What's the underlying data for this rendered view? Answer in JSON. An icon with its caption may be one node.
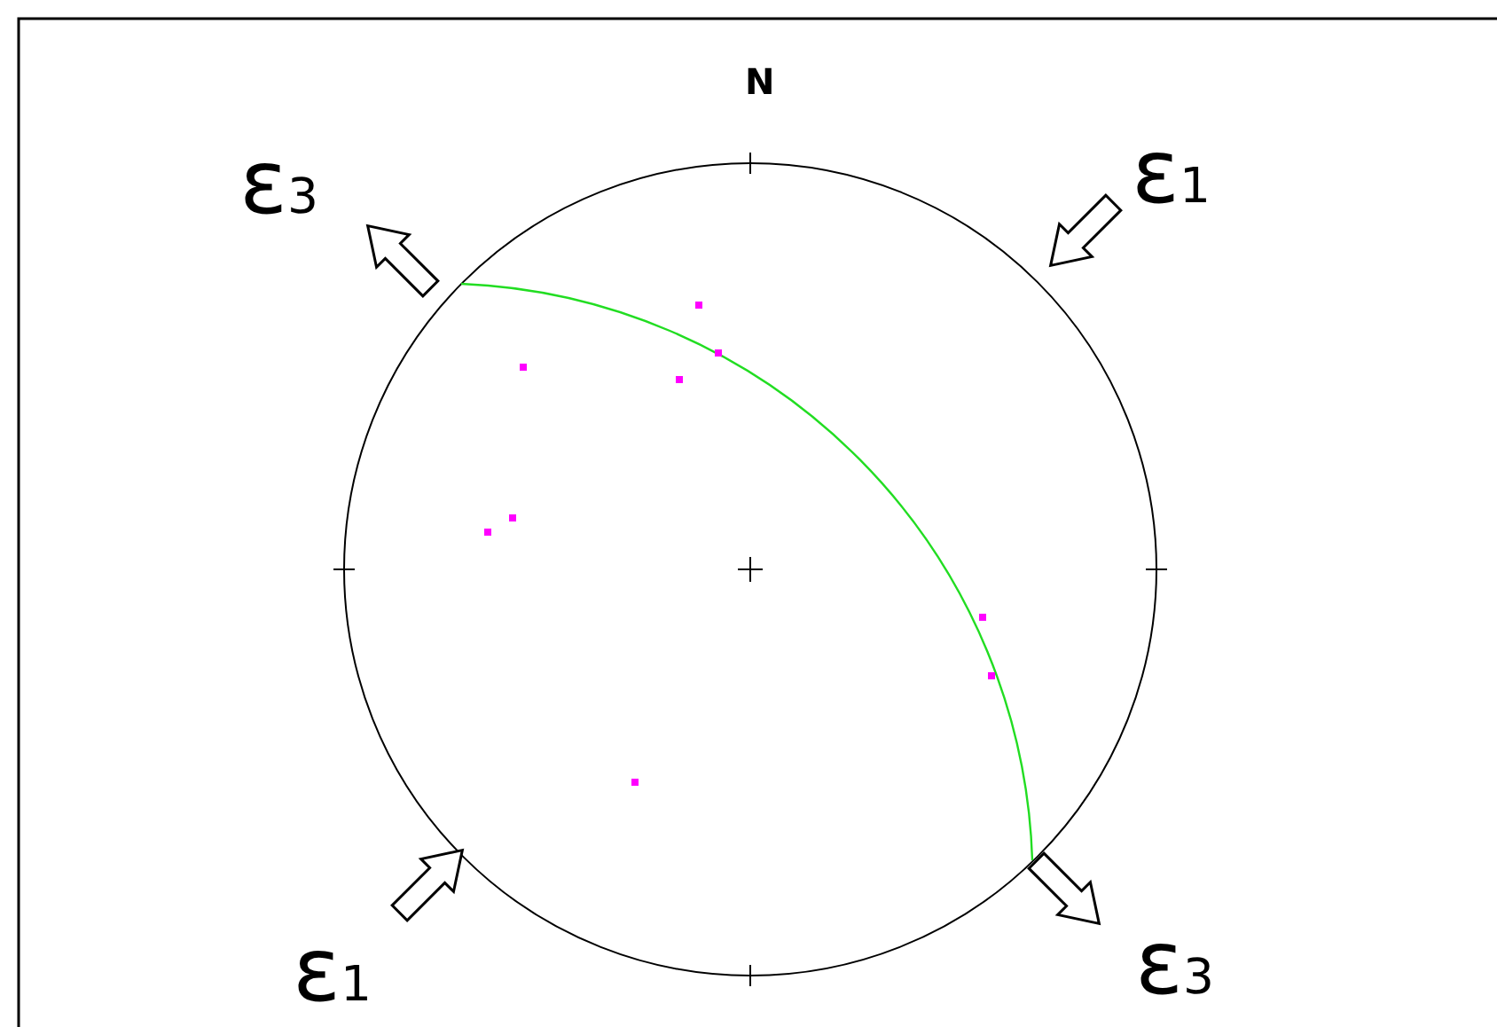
{
  "diagram": {
    "labels": [
      "N",
      "ε$_{3}$",
      "ε$_{1}$",
      "ε$_{1}$",
      "ε$_{3}$"
    ]
  }
}
